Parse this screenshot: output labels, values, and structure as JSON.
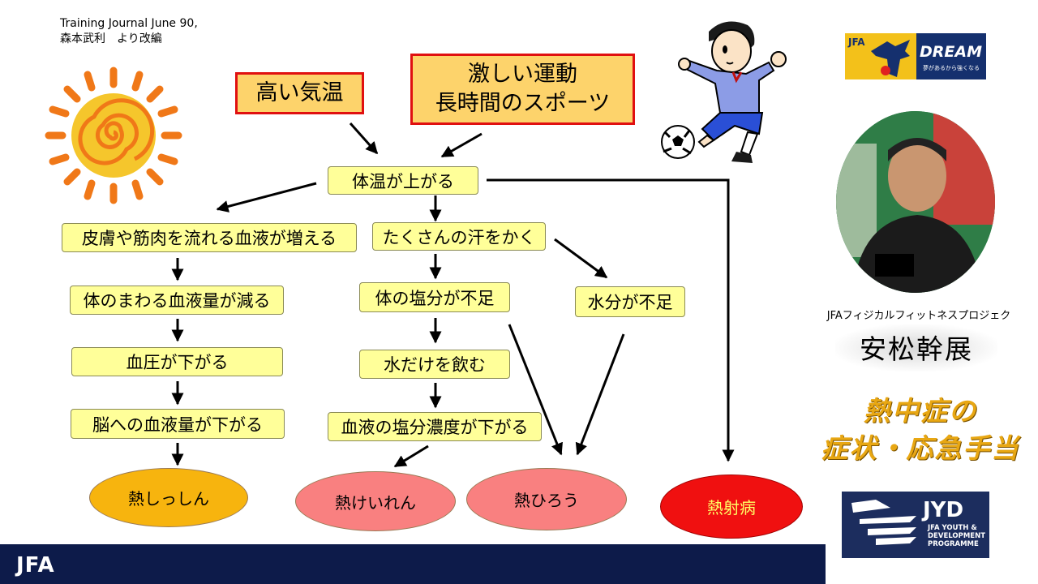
{
  "citation": "Training Journal June 90,\n森本武利　より改編",
  "causes": {
    "high_temp": "高い気温",
    "exercise": "激しい運動\n長時間のスポーツ"
  },
  "flow": {
    "body_temp_rises": "体温が上がる",
    "skin_blood_increase": "皮膚や筋肉を流れる血液が増える",
    "circulating_blood_decrease": "体のまわる血液量が減る",
    "blood_pressure_drop": "血圧が下がる",
    "brain_blood_drop": "脳への血液量が下がる",
    "sweat": "たくさんの汗をかく",
    "salt_shortage": "体の塩分が不足",
    "drink_water_only": "水だけを飲む",
    "blood_salt_drop": "血液の塩分濃度が下がる",
    "water_shortage": "水分が不足"
  },
  "outcomes": {
    "heat_syncope": "熱しっしん",
    "heat_cramps": "熱けいれん",
    "heat_exhaustion": "熱ひろう",
    "heat_stroke": "熱射病"
  },
  "logos": {
    "footer": "JFA",
    "dream_jfa": "JFA",
    "dream": "DREAM",
    "dream_tagline": "夢があるから強くなる",
    "jyd_main": "JYD",
    "jyd_sub": "JFA YOUTH & DEVELOPMENT PROGRAMME"
  },
  "presenter": {
    "project": "JFAフィジカルフィットネスプロジェクト",
    "name": "安松幹展"
  },
  "topic": "熱中症の\n症状・応急手当",
  "colors": {
    "cause_fill": "#fdd36b",
    "cause_border": "#e01010",
    "step_fill": "#ffff99",
    "syncope_fill": "#f7b40e",
    "cramps_fill": "#f98080",
    "exhaustion_fill": "#f98080",
    "stroke_fill": "#f01010",
    "topic_text": "#e8a713",
    "footer": "#0d1b4a"
  }
}
